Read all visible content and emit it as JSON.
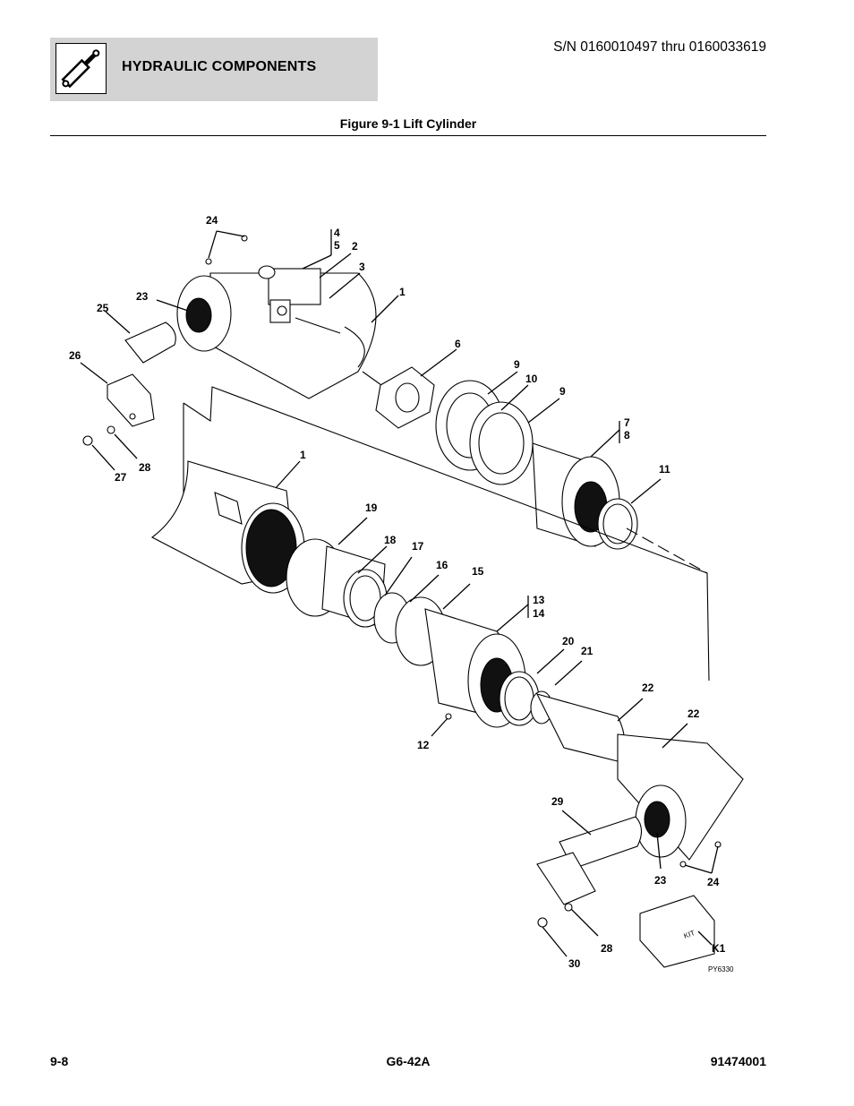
{
  "header": {
    "section_title": "HYDRAULIC COMPONENTS",
    "serial_range": "S/N 0160010497 thru 0160033619",
    "figure_title": "Figure 9-1 Lift Cylinder",
    "icon": "hydraulic-cylinder-icon"
  },
  "diagram": {
    "callouts": [
      "24",
      "4",
      "5",
      "2",
      "3",
      "1",
      "23",
      "25",
      "26",
      "6",
      "9",
      "10",
      "9",
      "7",
      "8",
      "27",
      "28",
      "1",
      "11",
      "19",
      "18",
      "17",
      "16",
      "15",
      "13",
      "14",
      "20",
      "21",
      "22",
      "22",
      "12",
      "29",
      "23",
      "24",
      "28",
      "30",
      "K1"
    ],
    "kit_label": "KIT",
    "drawing_number": "PY6330"
  },
  "footer": {
    "page_number": "9-8",
    "model": "G6-42A",
    "part_number": "91474001"
  }
}
